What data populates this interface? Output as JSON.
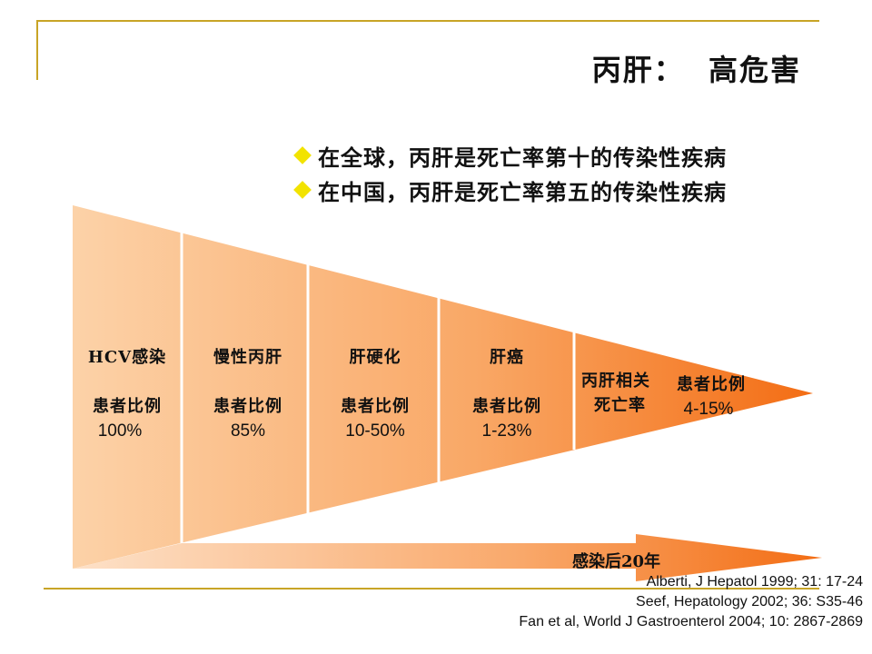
{
  "slide": {
    "title": "丙肝：  高危害",
    "bullets": [
      "在全球，丙肝是死亡率第十的传染性疾病",
      "在中国，丙肝是死亡率第五的传染性疾病"
    ],
    "segments": [
      {
        "label": "HCV感染",
        "ratio_label": "患者比例",
        "value": "100%"
      },
      {
        "label": "慢性丙肝",
        "ratio_label": "患者比例",
        "value": "85%"
      },
      {
        "label": "肝硬化",
        "ratio_label": "患者比例",
        "value": "10-50%"
      },
      {
        "label": "肝癌",
        "ratio_label": "患者比例",
        "value": "1-23%"
      },
      {
        "label_line1": "丙肝相关",
        "label_line2": "死亡率",
        "ratio_label": "患者比例",
        "value": "4-15%"
      }
    ],
    "timeline_label": "感染后20年",
    "references": [
      "Alberti, J Hepatol 1999; 31: 17-24",
      "Seef, Hepatology 2002; 36: S35-46",
      "Fan et al, World J Gastroenterol 2004; 10: 2867-2869"
    ],
    "colors": {
      "frame": "#c8a426",
      "bullet_diamond": "#f2e300",
      "funnel_light": "#fcd2a8",
      "funnel_dark": "#f36d14"
    }
  }
}
